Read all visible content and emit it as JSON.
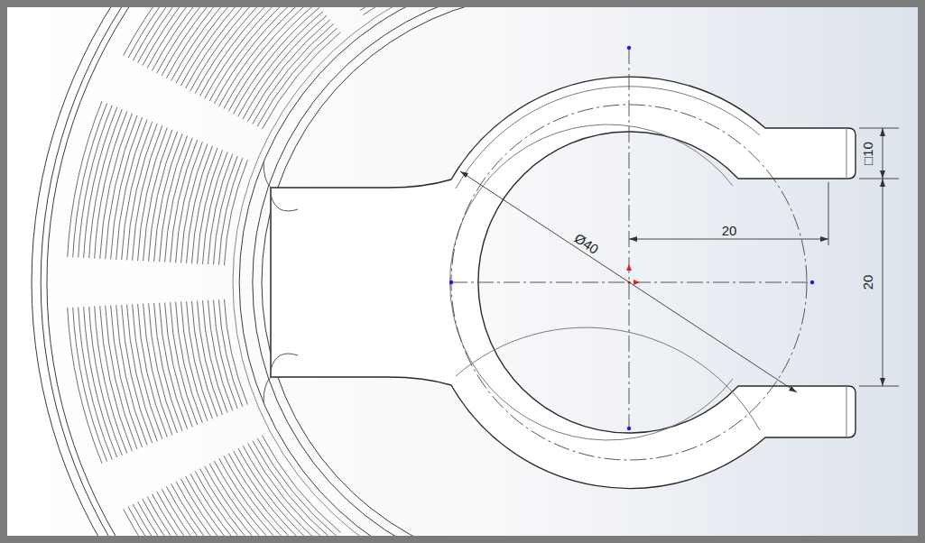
{
  "diagram": {
    "labels": [
      "□10",
      "Ø40",
      "20",
      "20"
    ]
  }
}
